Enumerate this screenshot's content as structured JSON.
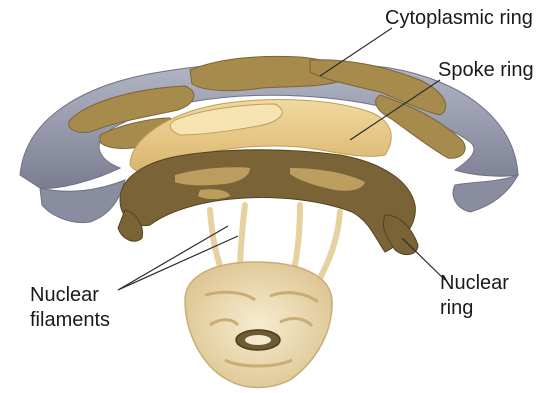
{
  "labels": {
    "cytoplasmic_ring": "Cytoplasmic ring",
    "spoke_ring": "Spoke ring",
    "nuclear_filaments_line1": "Nuclear",
    "nuclear_filaments_line2": "filaments",
    "nuclear_ring_line1": "Nuclear",
    "nuclear_ring_line2": "ring"
  },
  "colors": {
    "membrane": "#8f92a3",
    "membrane_light": "#b6b9c8",
    "cytoplasmic_ring": "#a78b4c",
    "spoke_ring": "#e7c98a",
    "nuclear_ring": "#6f5a31",
    "basket": "#eedcb2",
    "leader": "#2b2b2b"
  }
}
